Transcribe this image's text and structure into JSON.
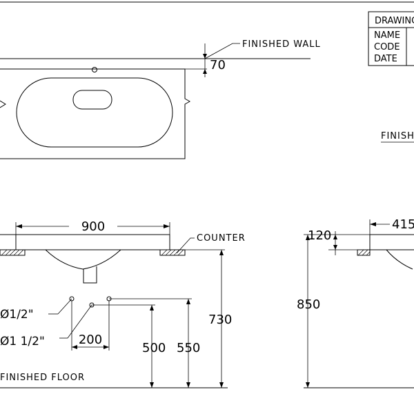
{
  "title_block": {
    "header": "DRAWING",
    "rows": [
      "NAME",
      "CODE",
      "DATE"
    ]
  },
  "labels": {
    "finished_wall": "FINISHED WALL",
    "finished_wall_right": "FINISH",
    "counter": "COUNTER",
    "finished_floor": "FINISHED FLOOR",
    "pipe_small": "Ø1/2\"",
    "pipe_large": "Ø1  1/2\""
  },
  "dimensions": {
    "wall_offset": "70",
    "basin_width": "900",
    "counter_height": "730",
    "outlet_height_1": "500",
    "outlet_height_2": "550",
    "outlet_spacing": "200",
    "side_offset": "120",
    "side_height": "850",
    "side_depth": "415"
  }
}
